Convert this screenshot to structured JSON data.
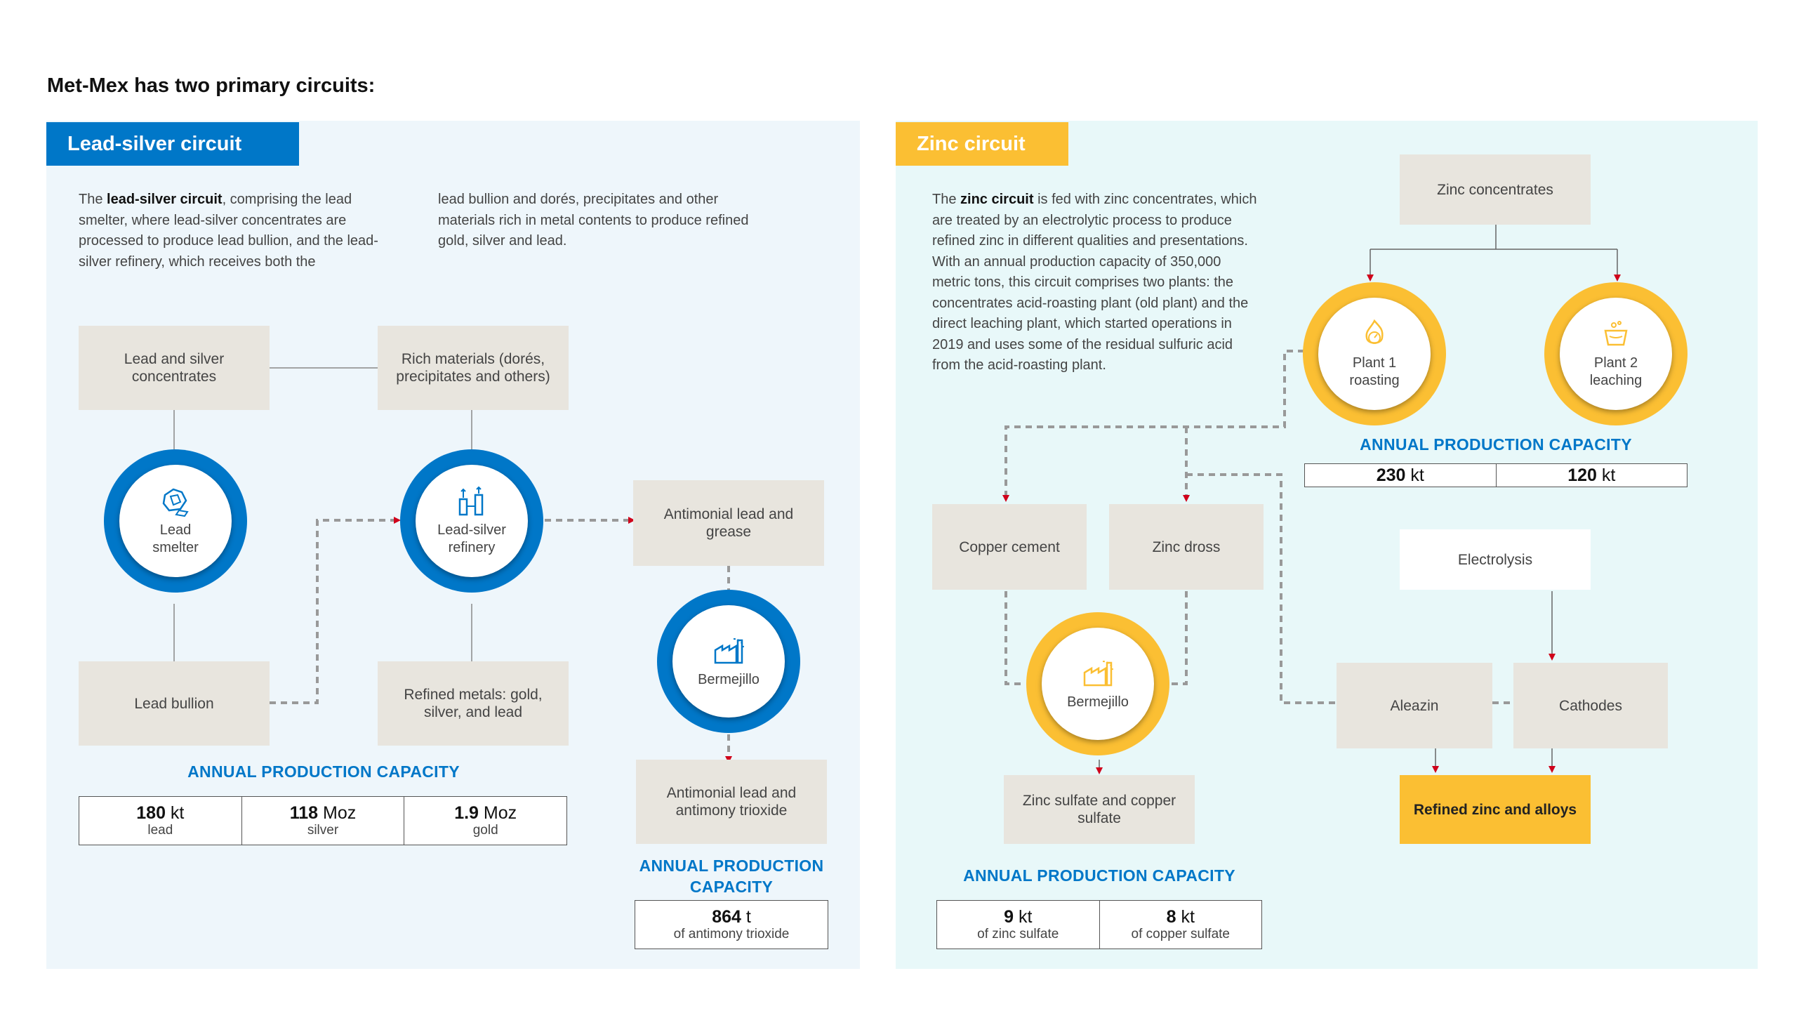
{
  "page_title": "Met-Mex has two primary circuits:",
  "lead": {
    "tab_label": "Lead-silver circuit",
    "para1_pre": "The ",
    "para1_bold": "lead-silver circuit",
    "para1_rest": ", comprising the lead smelter, where lead-silver concentrates are processed to produce lead bullion, and the lead-silver refinery, which receives both the",
    "para2": "lead bullion and dorés, precipitates and other materials rich in metal contents to produce refined gold, silver and lead.",
    "nodes": {
      "concentrates": "Lead and silver concentrates",
      "rich_materials": "Rich materials (dorés, precipitates and others)",
      "smelter": "Lead smelter",
      "refinery": "Lead-silver refinery",
      "antimonial_grease": "Antimonial lead and grease",
      "bermejillo": "Bermejillo",
      "lead_bullion": "Lead bullion",
      "refined_metals": "Refined metals: gold, silver, and lead",
      "antimony_trioxide": "Antimonial lead and antimony trioxide"
    },
    "capacity_title": "ANNUAL PRODUCTION CAPACITY",
    "capacity": [
      {
        "value": "180",
        "unit": " kt",
        "label": "lead"
      },
      {
        "value": "118",
        "unit": " Moz",
        "label": "silver"
      },
      {
        "value": "1.9",
        "unit": " Moz",
        "label": "gold"
      }
    ],
    "antimony_capacity_title": "ANNUAL PRODUCTION CAPACITY",
    "antimony_capacity": {
      "value": "864",
      "unit": " t",
      "label": "of antimony trioxide"
    }
  },
  "zinc": {
    "tab_label": "Zinc circuit",
    "para_pre": "The ",
    "para_bold": "zinc circuit",
    "para_rest": " is fed with zinc concentrates, which are treated by an electrolytic process to produce refined zinc in different qualities and presentations. With an annual production capacity of 350,000 metric tons, this circuit comprises two plants: the concentrates acid-roasting plant (old plant) and the direct leaching plant, which started operations in 2019 and uses some of the residual sulfuric acid from the acid-roasting plant.",
    "nodes": {
      "concentrates": "Zinc concentrates",
      "plant1": "Plant 1 roasting",
      "plant2": "Plant 2 leaching",
      "copper_cement": "Copper cement",
      "zinc_dross": "Zinc dross",
      "bermejillo": "Bermejillo",
      "sulfates": "Zinc sulfate and copper sulfate",
      "electrolysis": "Electrolysis",
      "aleazin": "Aleazin",
      "cathodes": "Cathodes",
      "refined_zinc": "Refined zinc and alloys"
    },
    "plants_capacity_title": "ANNUAL PRODUCTION CAPACITY",
    "plants_capacity": [
      {
        "value": "230",
        "unit": " kt"
      },
      {
        "value": "120",
        "unit": " kt"
      }
    ],
    "sulfate_capacity_title": "ANNUAL PRODUCTION CAPACITY",
    "sulfate_capacity": [
      {
        "value": "9",
        "unit": " kt",
        "label": "of zinc sulfate"
      },
      {
        "value": "8",
        "unit": " kt",
        "label": "of copper sulfate"
      }
    ]
  },
  "colors": {
    "blue": "#0077c8",
    "gold": "#fbbf33",
    "red": "#d0021b",
    "box": "#e8e5de"
  }
}
